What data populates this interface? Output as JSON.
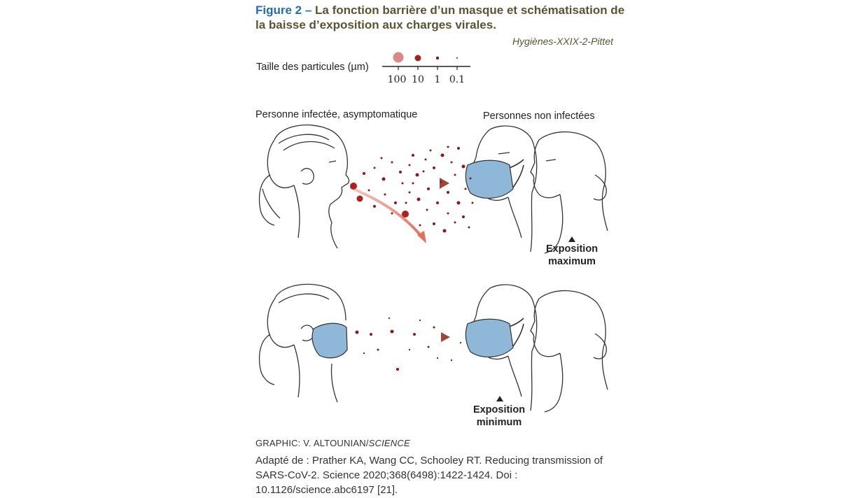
{
  "title": {
    "figure_label": "Figure 2 –",
    "text": "La fonction barrière d’un masque et schématisation de la baisse d’exposition aux charges virales."
  },
  "credit": "Hygiènes-XXIX-2-Pittet",
  "particle_scale": {
    "label": "Taille des particules (µm)",
    "ticks": [
      "100",
      "10",
      "1",
      "0.1"
    ]
  },
  "top_scene": {
    "left_label": "Personne infectée, asymptomatique",
    "right_label": "Personnes non infectées",
    "exposure_line1": "Exposition",
    "exposure_line2": "maximum"
  },
  "bottom_scene": {
    "exposure_line1": "Exposition",
    "exposure_line2": "minimum"
  },
  "graphic_credit": {
    "prefix": "GRAPHIC: V. ALTOUNIAN/",
    "source": "SCIENCE"
  },
  "source_text": "Adapté de : Prather KA, Wang CC, Schooley RT. Reducing transmission of SARS-CoV-2. Science 2020;368(6498):1422-1424. Doi : 10.1126/science.abc6197 [21].",
  "colors": {
    "title": "#5b5432",
    "figure_label": "#1f6fb0",
    "particle": "#8b1a1a",
    "mask": "#8fb8d8",
    "arrow": "#b5584a"
  }
}
